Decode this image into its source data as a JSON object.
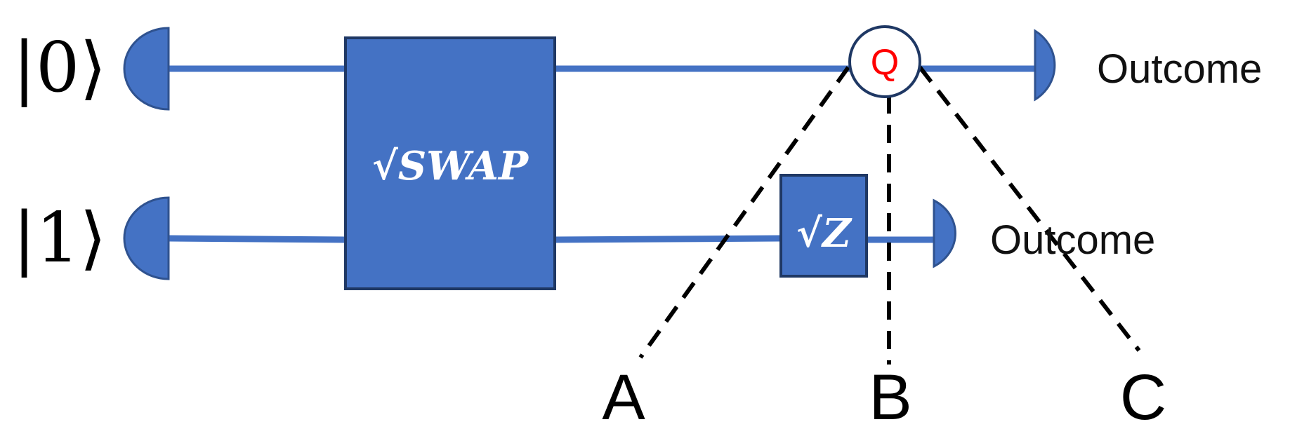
{
  "diagram": {
    "inputs": [
      {
        "label": "|0⟩"
      },
      {
        "label": "|1⟩"
      }
    ],
    "gates": {
      "swap": {
        "label": "√SWAP"
      },
      "z": {
        "label": "√Z"
      }
    },
    "query": {
      "label": "Q"
    },
    "outcomes": [
      {
        "label": "Outcome"
      },
      {
        "label": "Outcome"
      }
    ],
    "branches": [
      {
        "label": "A"
      },
      {
        "label": "B"
      },
      {
        "label": "C"
      }
    ]
  },
  "colors": {
    "wire": "#4472C4",
    "gate_fill": "#4472C4",
    "gate_border": "#1F3864",
    "query_circle_stroke": "#1F3864",
    "query_text": "#FF0000",
    "dashed_line": "#000000"
  }
}
